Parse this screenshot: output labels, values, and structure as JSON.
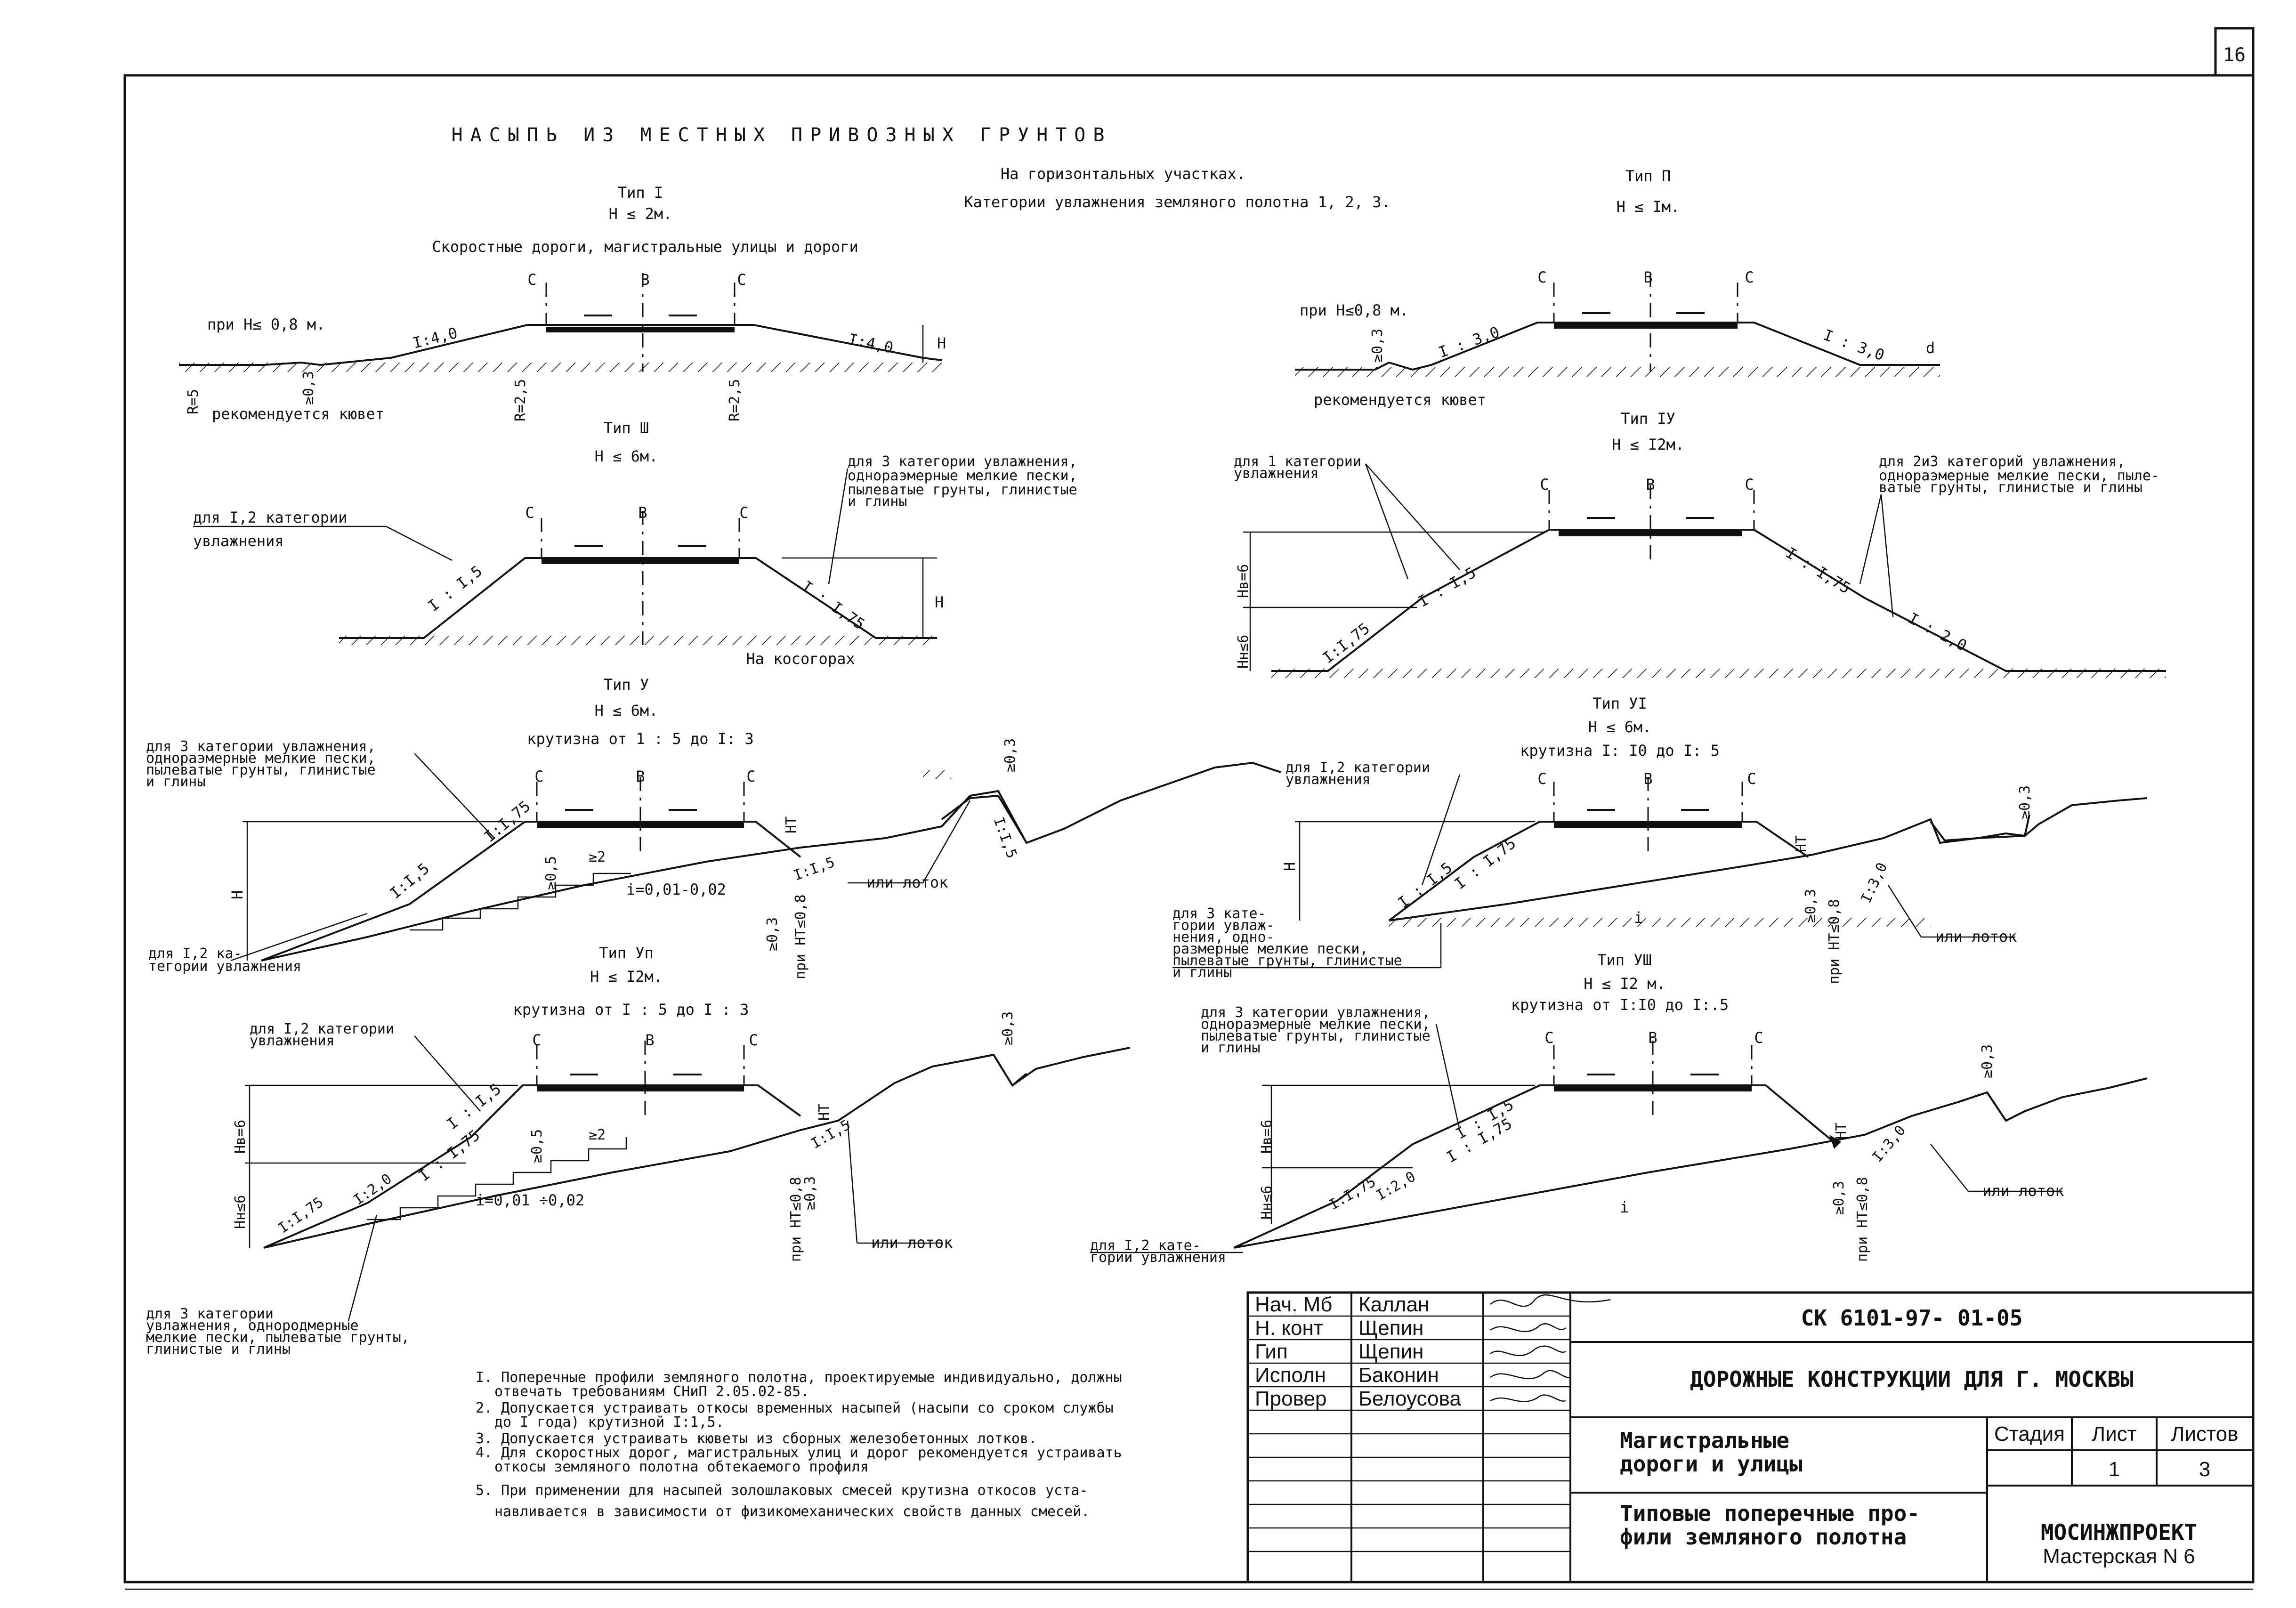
{
  "sheet_number": "16",
  "title": "НАСЫПЬ ИЗ МЕСТНЫХ ПРИВОЗНЫХ ГРУНТОВ",
  "subtitle_1": "На горизонтальных участках.",
  "subtitle_2": "Категории увлажнения земляного полотна 1, 2, 3.",
  "on_slopes": "На косогорах",
  "types": {
    "t1": {
      "name": "Тип I",
      "height": "H ≤ 2м.",
      "purpose": "Скоростные дороги, магистральные улицы и дороги",
      "note_h": "при H≤ 0,8 м.",
      "ditch": "рекомендуется кювет",
      "slope_l": "I:4,0",
      "slope_r": "I:4,0",
      "r5": "R=5",
      "r25a": "R=2,5",
      "r25b": "R=2,5",
      "min03": "≥0,3"
    },
    "t2": {
      "name": "Тип П",
      "height": "H ≤ Iм.",
      "note_h": "при H≤0,8 м.",
      "ditch": "рекомендуется кювет",
      "slope_l": "I : 3,0",
      "slope_r": "I : 3,0",
      "min03": "≥0,3"
    },
    "t3": {
      "name": "Тип Ш",
      "height": "H ≤ 6м.",
      "cat12": "для I,2 категории",
      "cat12b": "увлажнения",
      "cat3": "для 3 категории увлажнения,",
      "cat3b": "однораэмерные мелкие пески,",
      "cat3c": "пылеватые грунты, глинистые",
      "cat3d": "и глины",
      "slope_l": "I : I,5",
      "slope_r": "I : I,75"
    },
    "t4": {
      "name": "Тип IУ",
      "height": "H ≤ I2м.",
      "cat1": "для 1 категории",
      "cat1b": "увлажнения",
      "cat23": "для 2и3 категорий увлажнения,",
      "cat23b": "однораэмерные мелкие пески, пыле-",
      "cat23c": "ватые грунты, глинистые и глины",
      "slope_a": "I : I,5",
      "slope_b": "I:I,75",
      "slope_c": "I : I,75",
      "slope_d": "I : 2,0",
      "hv": "Hв=6",
      "hn": "Hн≤6"
    },
    "t5": {
      "name": "Тип У",
      "height": "H ≤ 6м.",
      "steep": "крутизна от 1 : 5 до I: 3",
      "cat3": "для 3 категории увлажнения,",
      "cat3b": "однораэмерные мелкие пески,",
      "cat3c": "пылеватые грунты, глинистые",
      "cat3d": "и глины",
      "cat12": "для I,2 ка-",
      "cat12b": "тегории увлажнения",
      "slope_a": "I:I,5",
      "slope_b": "I:I,75",
      "slope_c": "I:I,5",
      "slope_d": "I:I,5",
      "i": "i=0,01-0,02",
      "step05": "≥0,5",
      "step2": "≥2",
      "min03": "≥0,3",
      "ht": "HT",
      "cond": "при HT≤0,8",
      "h03": "≥0,3",
      "tray": "или лоток"
    },
    "t6": {
      "name": "Тип УI",
      "height": "H ≤ 6м.",
      "steep": "крутизна I: I0 до I: 5",
      "cat12": "для I,2 категории",
      "cat12b": "увлажнения",
      "cat3": "для 3 кате-",
      "cat3b": "гории увлаж-",
      "cat3c": "нения, одно-",
      "cat3d": "размерные мелкие пески,",
      "cat3e": "пылеватые грунты, глинистые",
      "cat3f": "и глины",
      "slope_a": "I : I,5",
      "slope_b": "I : I,75",
      "slope_c": "I:3,0",
      "min03": "≥0,3",
      "ht": "HT",
      "cond": "при HT≤0,8",
      "h03": "≥0,3",
      "tray": "или лоток",
      "i": "i"
    },
    "t7": {
      "name": "Тип Уп",
      "height": "H ≤ I2м.",
      "steep": "крутизна от I : 5 до I : 3",
      "cat12": "для I,2 категории",
      "cat12b": "увлажнения",
      "cat3": "для 3 категории",
      "cat3b": "увлажнения, однородмерные",
      "cat3c": "мелкие пески, пылеватые грунты,",
      "cat3d": "глинистые и глины",
      "slope_a": "I : I,5",
      "slope_b": "I : I,75",
      "slope_c": "I:I,75",
      "slope_d": "I:2,0",
      "slope_e": "I:I,5",
      "i": "i=0,01 ÷0,02",
      "step05": "≥0,5",
      "step2": "≥2",
      "min03": "≥0,3",
      "ht": "HT",
      "cond": "при HT≤0,8",
      "h03": "≥0,3",
      "tray": "или лоток",
      "hv": "Hв=6",
      "hn": "Hн≤6"
    },
    "t8": {
      "name": "Тип УШ",
      "height": "H ≤ I2 м.",
      "steep": "крутизна от I:I0 до I:.5",
      "cat3": "для 3 категории увлажнения,",
      "cat3b": "однораэмерные мелкие пески,",
      "cat3c": "пылеватые грунты, глинистые",
      "cat3d": "и глины",
      "cat12": "для I,2 кате-",
      "cat12b": "гории увлажнения",
      "slope_a": "I : I,5",
      "slope_b": "I : I,75",
      "slope_c": "I:I,75",
      "slope_d": "I:2,0",
      "slope_e": "I:3,0",
      "min03": "≥0,3",
      "ht": "HT",
      "cond": "при HT≤0,8",
      "h03": "≥0,3",
      "tray": "или лоток",
      "hv": "Hв=6",
      "hn": "Hн≤6",
      "i": "i"
    }
  },
  "generic": {
    "c": "C",
    "b": "B",
    "h": "H",
    "d": "d"
  },
  "notes": [
    "I. Поперечные профили земляного полотна, проектируемые индивидуально, должны",
    "отвечать требованиям СНиП 2.05.02-85.",
    "2. Допускается устраивать откосы временных насыпей (насыпи со сроком службы",
    "до I года) крутизной I:1,5.",
    "3. Допускается устраивать кюветы из сборных железобетонных лотков.",
    "4. Для скоростных дорог, магистральных улиц и дорог рекомендуется устраивать",
    "откосы земляного полотна обтекаемого профиля",
    "5. При применении для насыпей золошлаковых смесей крутизна откосов уста-",
    "навливается в зависимости от физикомеханических свойств данных смесей."
  ],
  "title_block": {
    "roles": [
      "Нач. Мб",
      "Н. конт",
      "Гип",
      "Исполн",
      "Провер"
    ],
    "names": [
      "Каллан",
      "Щепин",
      "Щепин",
      "Баконин",
      "Белоусова"
    ],
    "code": "СК 6101-97- 01-05",
    "project": "ДОРОЖНЫЕ КОНСТРУКЦИИ ДЛЯ Г. МОСКВЫ",
    "section_1": "Магистральные",
    "section_2": "дороги и улицы",
    "drawing_1": "Типовые поперечные про-",
    "drawing_2": "фили земляного полотна",
    "stage_label": "Стадия",
    "sheet_label": "Лист",
    "sheets_label": "Листов",
    "sheet": "1",
    "sheets": "3",
    "org": "МОСИНЖПРОЕКТ",
    "workshop": "Мастерская N 6"
  }
}
